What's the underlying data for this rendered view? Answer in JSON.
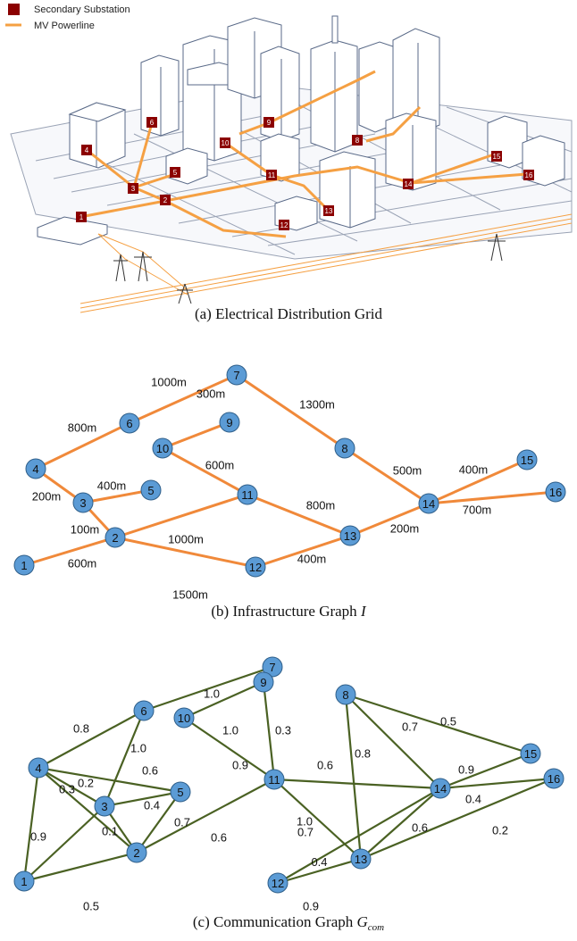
{
  "colors": {
    "substation": "#8b0000",
    "powerline": "#f5a043",
    "node_fill": "#5b9bd5",
    "node_stroke": "#2f5f8a",
    "infra_edge": "#f0893a",
    "comm_edge": "#4a6123",
    "building_stroke": "#5a6a88",
    "street": "#9aa3b5"
  },
  "grid": {
    "legend": {
      "substation_label": "Secondary Substation",
      "powerline_label": "MV Powerline"
    },
    "substations": [
      {
        "id": "1"
      },
      {
        "id": "2"
      },
      {
        "id": "3"
      },
      {
        "id": "4"
      },
      {
        "id": "5"
      },
      {
        "id": "6"
      },
      {
        "id": "8"
      },
      {
        "id": "9"
      },
      {
        "id": "10"
      },
      {
        "id": "11"
      },
      {
        "id": "12"
      },
      {
        "id": "13"
      },
      {
        "id": "14"
      },
      {
        "id": "15"
      },
      {
        "id": "16"
      }
    ],
    "caption": "(a) Electrical Distribution Grid"
  },
  "infrastructure": {
    "caption": "(b) Infrastructure Graph I",
    "nodes": [
      "1",
      "2",
      "3",
      "4",
      "5",
      "6",
      "7",
      "8",
      "9",
      "10",
      "11",
      "12",
      "13",
      "14",
      "15",
      "16"
    ],
    "edges": [
      {
        "from": "1",
        "to": "2",
        "label": "600m"
      },
      {
        "from": "2",
        "to": "3",
        "label": "100m"
      },
      {
        "from": "3",
        "to": "4",
        "label": "200m"
      },
      {
        "from": "3",
        "to": "5",
        "label": "400m"
      },
      {
        "from": "4",
        "to": "6",
        "label": "800m"
      },
      {
        "from": "6",
        "to": "7",
        "label": "1000m"
      },
      {
        "from": "7",
        "to": "8",
        "label": "1300m"
      },
      {
        "from": "10",
        "to": "9",
        "label": "300m"
      },
      {
        "from": "10",
        "to": "11",
        "label": "600m"
      },
      {
        "from": "2",
        "to": "11",
        "label": "1000m"
      },
      {
        "from": "11",
        "to": "13",
        "label": "800m"
      },
      {
        "from": "2",
        "to": "12",
        "label": "1500m"
      },
      {
        "from": "12",
        "to": "13",
        "label": "400m"
      },
      {
        "from": "8",
        "to": "14",
        "label": "500m"
      },
      {
        "from": "13",
        "to": "14",
        "label": "200m"
      },
      {
        "from": "14",
        "to": "15",
        "label": "400m"
      },
      {
        "from": "14",
        "to": "16",
        "label": "700m"
      }
    ]
  },
  "communication": {
    "caption": "(c) Communication Graph G_com",
    "nodes": [
      "1",
      "2",
      "3",
      "4",
      "5",
      "6",
      "7",
      "8",
      "9",
      "10",
      "11",
      "12",
      "13",
      "14",
      "15",
      "16"
    ],
    "edges": [
      {
        "from": "6",
        "to": "7",
        "label": "1.0"
      },
      {
        "from": "4",
        "to": "6",
        "label": "0.8"
      },
      {
        "from": "3",
        "to": "6",
        "label": "1.0"
      },
      {
        "from": "4",
        "to": "5",
        "label": "0.6"
      },
      {
        "from": "4",
        "to": "3",
        "label": "0.2"
      },
      {
        "from": "4",
        "to": "2",
        "label": "0.3"
      },
      {
        "from": "4",
        "to": "1",
        "label": "0.9"
      },
      {
        "from": "3",
        "to": "5",
        "label": "0.4"
      },
      {
        "from": "3",
        "to": "2",
        "label": "0.1"
      },
      {
        "from": "3",
        "to": "1",
        "label": "0.7"
      },
      {
        "from": "5",
        "to": "2",
        "label": "0.5"
      },
      {
        "from": "1",
        "to": "2",
        "label": "0.6"
      },
      {
        "from": "2",
        "to": "11",
        "label": "1.0"
      },
      {
        "from": "10",
        "to": "9",
        "label": "0.3"
      },
      {
        "from": "9",
        "to": "11",
        "label": "0.9"
      },
      {
        "from": "10",
        "to": "11",
        "label": "0.6"
      },
      {
        "from": "11",
        "to": "14",
        "label": "1.0"
      },
      {
        "from": "11",
        "to": "13",
        "label": "0.8"
      },
      {
        "from": "8",
        "to": "13",
        "label": "0.7"
      },
      {
        "from": "8",
        "to": "14",
        "label": "0.5"
      },
      {
        "from": "8",
        "to": "15",
        "label": "0.9"
      },
      {
        "from": "14",
        "to": "15",
        "label": "0.4"
      },
      {
        "from": "14",
        "to": "16",
        "label": "0.7"
      },
      {
        "from": "14",
        "to": "12",
        "label": "0.6"
      },
      {
        "from": "14",
        "to": "13",
        "label": "0.2"
      },
      {
        "from": "16",
        "to": "13",
        "label": "0.9"
      },
      {
        "from": "12",
        "to": "13",
        "label": "0.4"
      }
    ]
  }
}
